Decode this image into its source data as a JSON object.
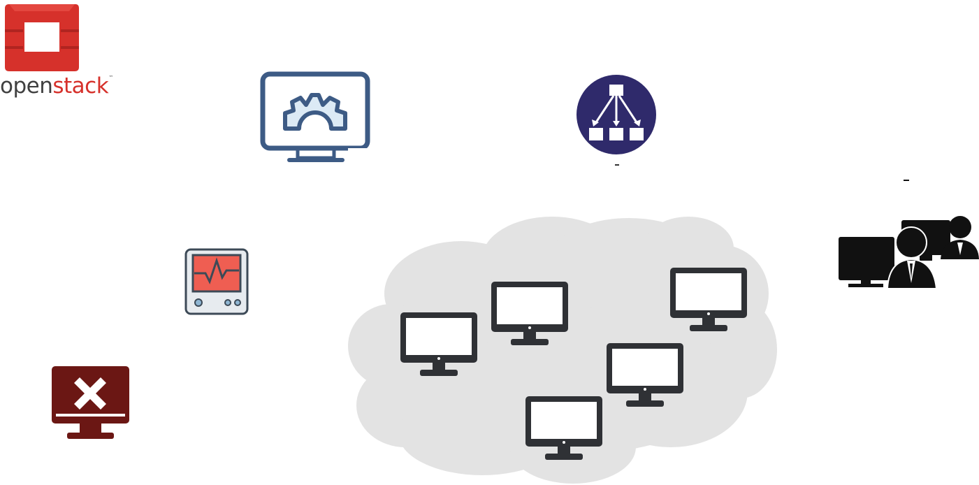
{
  "logo": {
    "text_part1": "open",
    "text_part2": "stack",
    "trademark": "™"
  },
  "colors": {
    "openstack_red": "#d6312b",
    "openstack_dark_red": "#b02420",
    "management_blue": "#3d5b85",
    "management_fill": "#dceaf5",
    "loadbalancer_navy": "#2f2a6b",
    "monitor_red": "#ef5e52",
    "monitor_bezel": "#e7ebef",
    "monitor_knob": "#8fb6d3",
    "failed_dark_red": "#6b1714",
    "cloud_gray": "#e3e3e3",
    "vm_frame": "#2f3135",
    "users_black": "#111111"
  },
  "icons": {
    "logo": "openstack-logo-icon",
    "management": "monitor-gear-icon",
    "load_balancer": "load-balancer-icon",
    "monitoring": "monitoring-device-icon",
    "failed_vm": "failed-vm-icon",
    "cloud": "cloud-shape",
    "vm": "desktop-monitor-icon",
    "users": "users-icon"
  }
}
